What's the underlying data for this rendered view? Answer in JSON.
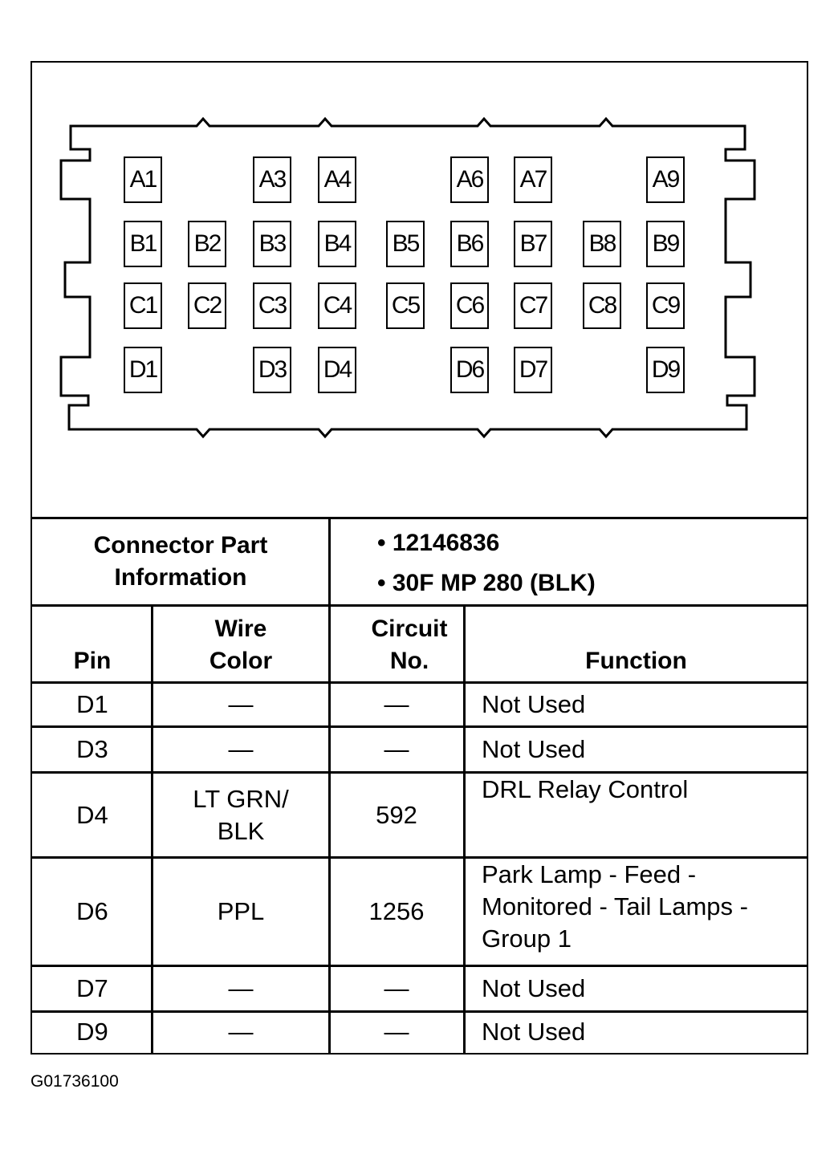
{
  "connector": {
    "pins": [
      {
        "id": "A1",
        "row": 0,
        "col": 0
      },
      {
        "id": "A3",
        "row": 0,
        "col": 2
      },
      {
        "id": "A4",
        "row": 0,
        "col": 3
      },
      {
        "id": "A6",
        "row": 0,
        "col": 5
      },
      {
        "id": "A7",
        "row": 0,
        "col": 6
      },
      {
        "id": "A9",
        "row": 0,
        "col": 8
      },
      {
        "id": "B1",
        "row": 1,
        "col": 0
      },
      {
        "id": "B2",
        "row": 1,
        "col": 1
      },
      {
        "id": "B3",
        "row": 1,
        "col": 2
      },
      {
        "id": "B4",
        "row": 1,
        "col": 3
      },
      {
        "id": "B5",
        "row": 1,
        "col": 4
      },
      {
        "id": "B6",
        "row": 1,
        "col": 5
      },
      {
        "id": "B7",
        "row": 1,
        "col": 6
      },
      {
        "id": "B8",
        "row": 1,
        "col": 7
      },
      {
        "id": "B9",
        "row": 1,
        "col": 8
      },
      {
        "id": "C1",
        "row": 2,
        "col": 0
      },
      {
        "id": "C2",
        "row": 2,
        "col": 1
      },
      {
        "id": "C3",
        "row": 2,
        "col": 2
      },
      {
        "id": "C4",
        "row": 2,
        "col": 3
      },
      {
        "id": "C5",
        "row": 2,
        "col": 4
      },
      {
        "id": "C6",
        "row": 2,
        "col": 5
      },
      {
        "id": "C7",
        "row": 2,
        "col": 6
      },
      {
        "id": "C8",
        "row": 2,
        "col": 7
      },
      {
        "id": "C9",
        "row": 2,
        "col": 8
      },
      {
        "id": "D1",
        "row": 3,
        "col": 0
      },
      {
        "id": "D3",
        "row": 3,
        "col": 2
      },
      {
        "id": "D4",
        "row": 3,
        "col": 3
      },
      {
        "id": "D6",
        "row": 3,
        "col": 5
      },
      {
        "id": "D7",
        "row": 3,
        "col": 6
      },
      {
        "id": "D9",
        "row": 3,
        "col": 8
      }
    ]
  },
  "part_info": {
    "label_line1": "Connector Part",
    "label_line2": "Information",
    "items": [
      "• 12146836",
      "• 30F MP 280 (BLK)"
    ]
  },
  "table": {
    "headers": {
      "pin": "Pin",
      "wire_1": "Wire",
      "wire_2": "Color",
      "circuit_1": "Circuit",
      "circuit_2": "No.",
      "function": "Function"
    },
    "rows": [
      {
        "pin": "D1",
        "wire": "—",
        "circuit": "—",
        "function": "Not Used"
      },
      {
        "pin": "D3",
        "wire": "—",
        "circuit": "—",
        "function": "Not Used"
      },
      {
        "pin": "D4",
        "wire": "LT GRN/ BLK",
        "circuit": "592",
        "function": "DRL Relay Control"
      },
      {
        "pin": "D6",
        "wire": "PPL",
        "circuit": "1256",
        "function": "Park Lamp - Feed - Monitored - Tail Lamps - Group 1"
      },
      {
        "pin": "D7",
        "wire": "—",
        "circuit": "—",
        "function": "Not Used"
      },
      {
        "pin": "D9",
        "wire": "—",
        "circuit": "—",
        "function": "Not Used"
      }
    ]
  },
  "figure_code": "G01736100"
}
